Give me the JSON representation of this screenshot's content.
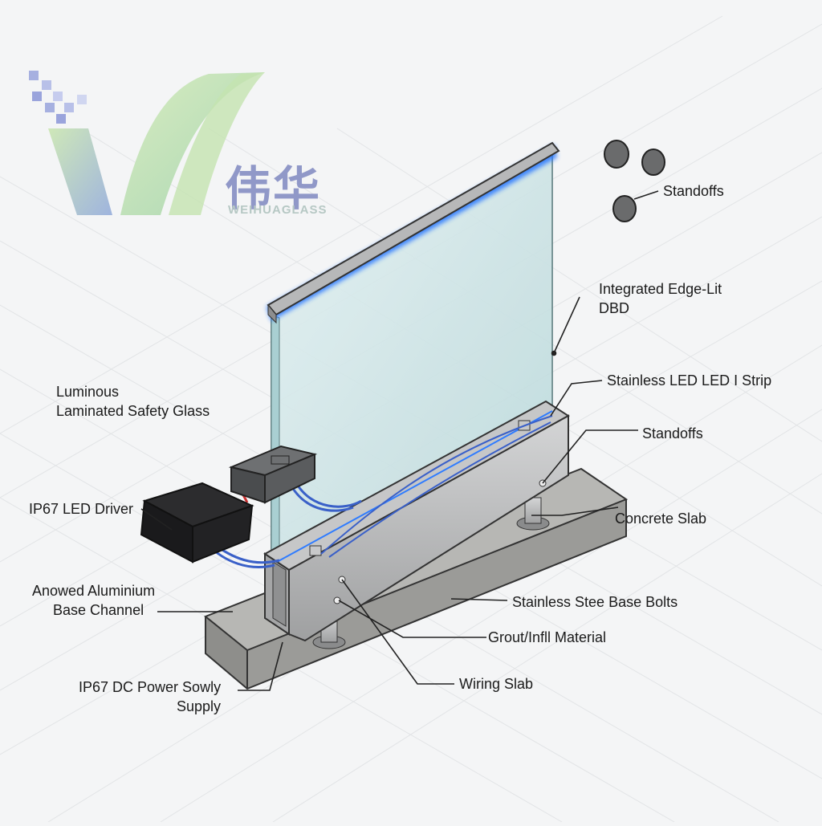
{
  "brand": {
    "name_cn": "伟华",
    "name_en": "WEIHUAGLASS",
    "colors": {
      "primary": "#8f98cc",
      "accent": "#b8e0a8"
    }
  },
  "labels": {
    "standoffs_top": "Standoffs",
    "integrated_line1": "Integrated Edge-Lit",
    "integrated_line2": "DBD",
    "led_strip": "Stainless LED LED I Strip",
    "standoffs_mid": "Standoffs",
    "concrete_slab": "Concrete Slab",
    "base_bolts": "Stainless Stee Base Bolts",
    "grout": "Grout/Infll Material",
    "wiring_slab": "Wiring Slab",
    "luminous_line1": "Luminous",
    "luminous_line2": "Laminated Safety Glass",
    "led_driver": "IP67 LED Driver",
    "channel_line1": "Anowed Aluminium",
    "channel_line2": "Base Channel",
    "power_line1": "IP67 DC Power Sowly",
    "power_line2": "Supply"
  },
  "colors": {
    "glass": "#cfe6e8",
    "led_glow": "#2f7cff",
    "steel": "#b9babb",
    "concrete": "#a8a8a6",
    "wire_blue": "#3a60c8",
    "wire_red": "#c83030"
  }
}
